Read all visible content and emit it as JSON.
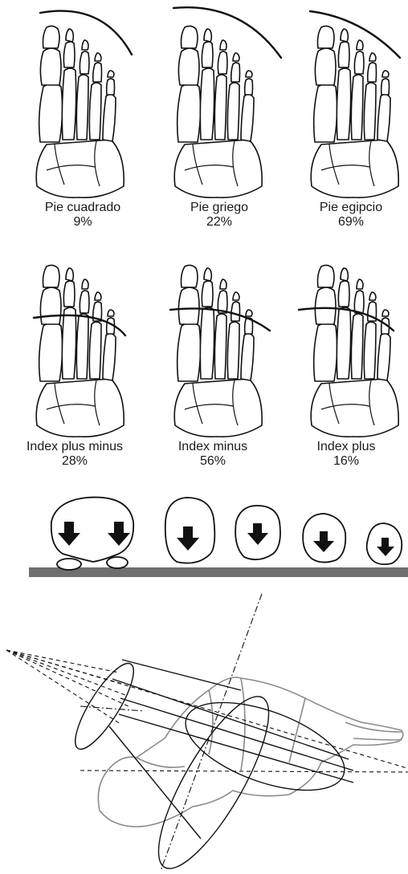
{
  "foot_types": [
    {
      "label": "Pie cuadrado",
      "percent": "9%"
    },
    {
      "label": "Pie griego",
      "percent": "22%"
    },
    {
      "label": "Pie egipcio",
      "percent": "69%"
    }
  ],
  "metatarsal_index": [
    {
      "label": "Index plus minus",
      "percent": "28%"
    },
    {
      "label": "Index minus",
      "percent": "56%"
    },
    {
      "label": "Index plus",
      "percent": "16%"
    }
  ]
}
